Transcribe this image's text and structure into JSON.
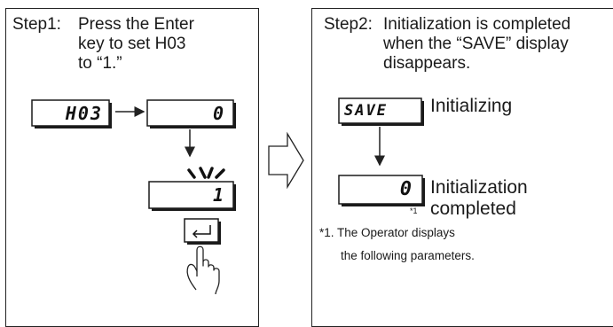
{
  "left_panel": {
    "step_label": "Step1:",
    "step_text": [
      "Press the Enter",
      "key to set H03",
      "to “1.”"
    ],
    "display_param": "H03",
    "display_value_initial": "0",
    "display_value_set": "1"
  },
  "right_panel": {
    "step_label": "Step2:",
    "step_text": [
      "Initialization is completed",
      "when the “SAVE” display",
      "disappears."
    ],
    "display_save": "SAVE",
    "initializing_label": "Initializing",
    "display_final": "0",
    "completed_label": [
      "Initialization",
      "completed"
    ],
    "superscript_ref": "*1",
    "footnote": [
      "*1. The Operator displays",
      "the following parameters."
    ]
  },
  "icons": [
    "right-arrow-icon",
    "down-arrow-icon",
    "enter-key-icon",
    "hand-pointer-icon",
    "flash-marks-icon",
    "hollow-right-arrow-icon"
  ]
}
